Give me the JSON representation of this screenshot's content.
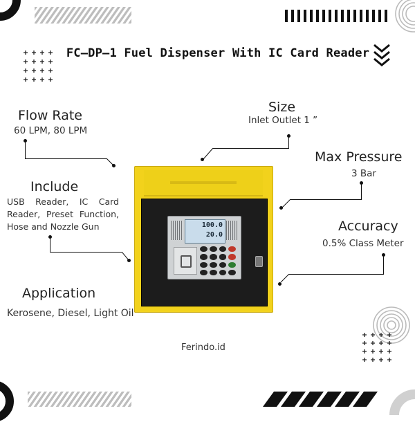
{
  "title": "FC—DP—1 Fuel Dispenser With IC Card Reader",
  "features": {
    "flow_rate": {
      "label": "Flow Rate",
      "value": "60 LPM, 80 LPM"
    },
    "size": {
      "label": "Size",
      "value": "Inlet Outlet 1 ”"
    },
    "max_pressure": {
      "label": "Max Pressure",
      "value": "3 Bar"
    },
    "include": {
      "label": "Include",
      "value": "USB Reader, IC Card Reader, Preset Function, Hose and Nozzle Gun"
    },
    "accuracy": {
      "label": "Accuracy",
      "value": "0.5% Class Meter"
    },
    "application": {
      "label": "Application",
      "value": "Kerosene, Diesel, Light Oil"
    }
  },
  "display": {
    "line1": "100.0",
    "line2": "20.0"
  },
  "footer": {
    "brand": "Ferindo.id"
  },
  "colors": {
    "cabinet": "#f2d21c",
    "panel": "#1c1c1c",
    "accent": "#111111"
  }
}
